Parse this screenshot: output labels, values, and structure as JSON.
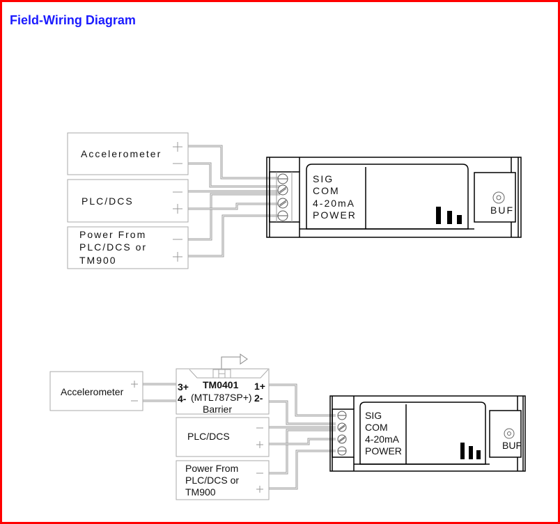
{
  "title": "Field-Wiring Diagram",
  "diagram1": {
    "accelerometer": "Accelerometer",
    "plc": "PLC/DCS",
    "power": [
      "Power From",
      "PLC/DCS or",
      "TM900"
    ],
    "module": {
      "labels": [
        "SIG",
        "COM",
        "4-20mA",
        "POWER"
      ],
      "buf": "BUF"
    }
  },
  "diagram2": {
    "accelerometer": "Accelerometer",
    "barrier": {
      "model": "TM0401",
      "part": "(MTL787SP+)",
      "name": "Barrier",
      "pins": {
        "p3": "3+",
        "p4": "4-",
        "p1": "1+",
        "p2": "2-"
      }
    },
    "plc": "PLC/DCS",
    "power": [
      "Power From",
      "PLC/DCS or",
      "TM900"
    ],
    "module": {
      "labels": [
        "SIG",
        "COM",
        "4-20mA",
        "POWER"
      ],
      "buf": "BUF"
    }
  },
  "colors": {
    "title": "#1a1aff",
    "border": "#ff0000",
    "wire": "#999999"
  }
}
